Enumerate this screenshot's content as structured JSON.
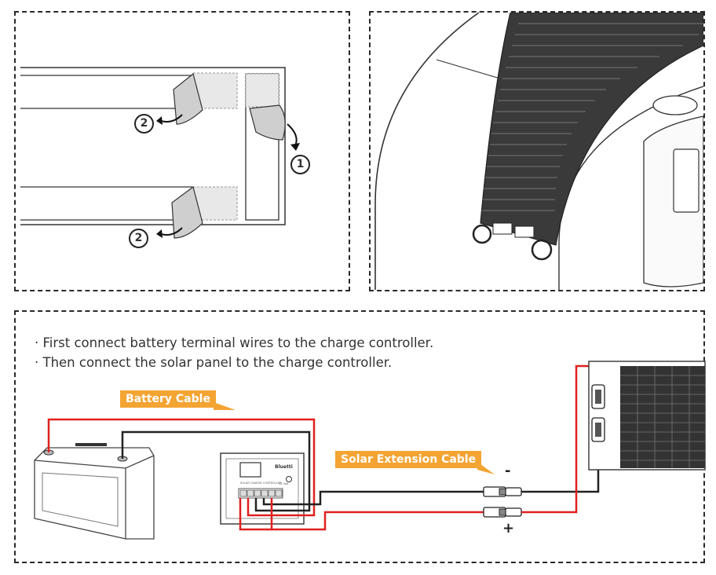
{
  "instructions": {
    "line1": "· First connect battery terminal wires to the charge controller.",
    "line2": "· Then connect the solar panel to the charge controller."
  },
  "labels": {
    "battery_cable": "Battery Cable",
    "solar_extension_cable": "Solar Extension Cable",
    "negative": "-",
    "positive": "+"
  },
  "steps": {
    "one": "1",
    "two": "2"
  },
  "controller": {
    "brand": "Bluetti",
    "name": "SOLAR CHARGE CONTROLLER",
    "rating": "12 Volt"
  },
  "colors": {
    "frame": "#2a2a2a",
    "callout": "#f4a432",
    "positive_wire": "#e02020",
    "negative_wire": "#222222"
  }
}
